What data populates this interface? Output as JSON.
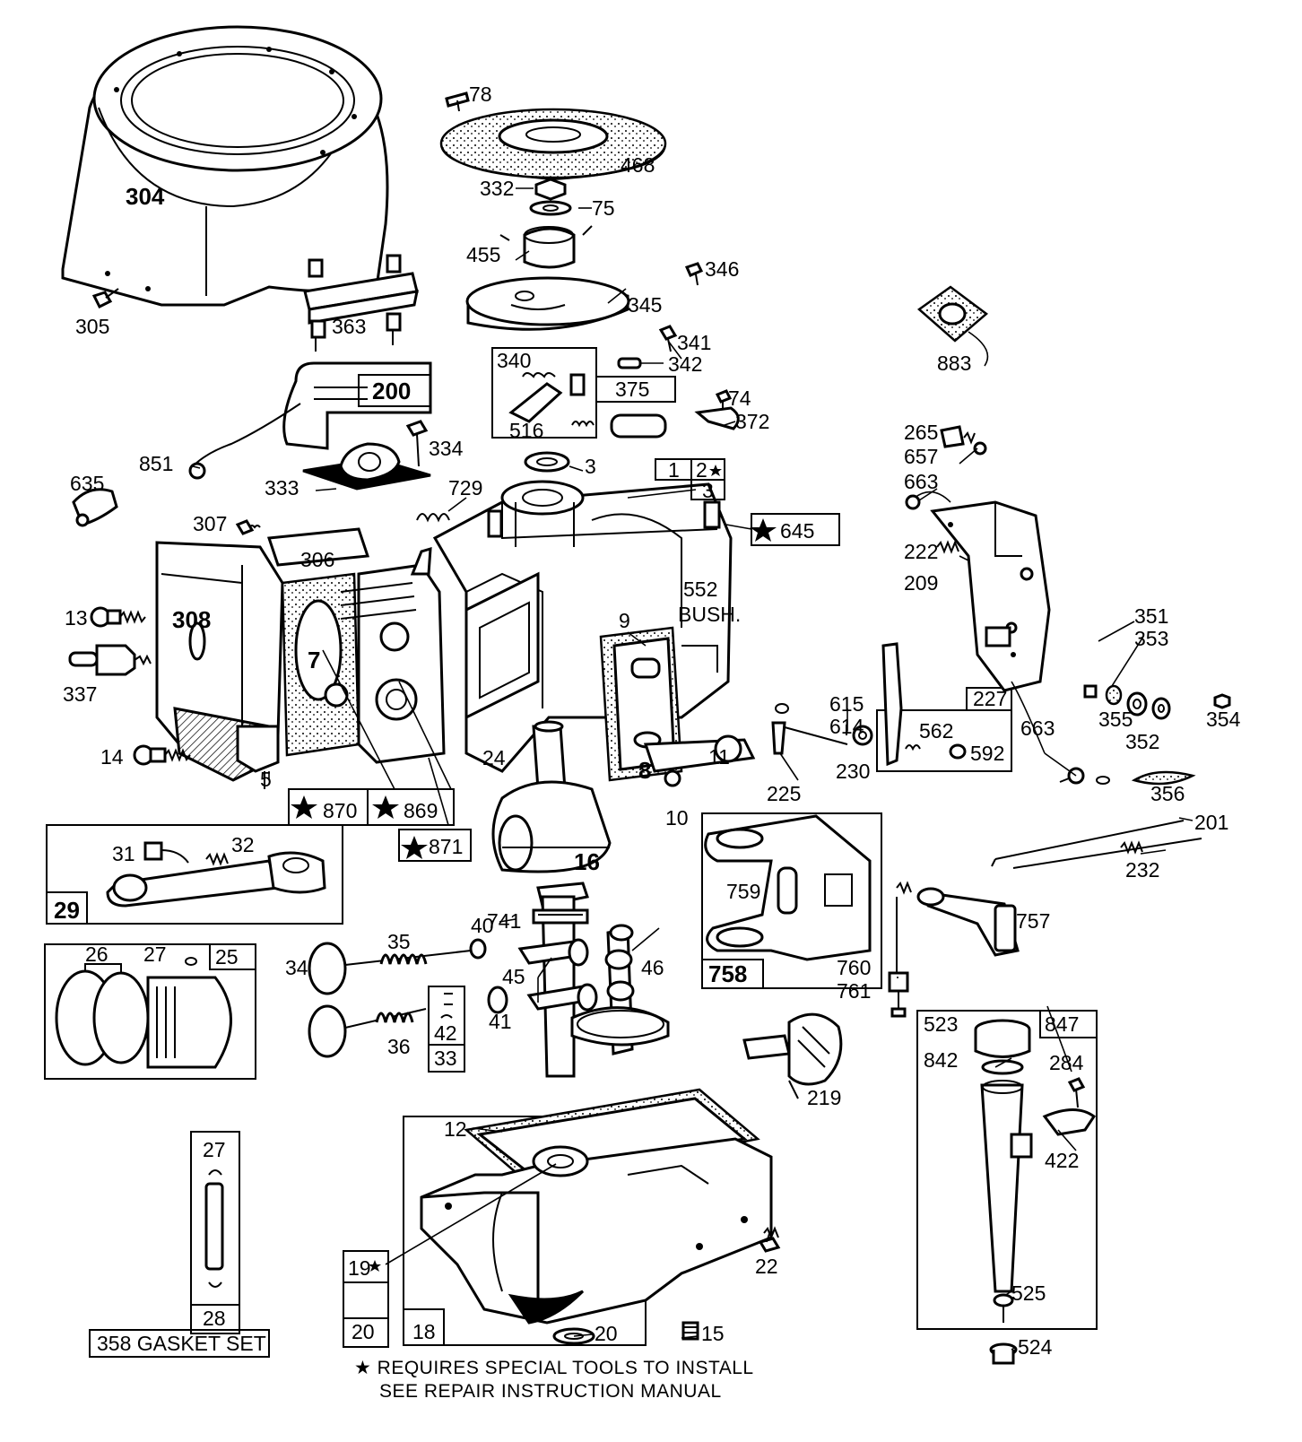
{
  "diagram": {
    "footnote_line1": "★ REQUIRES SPECIAL TOOLS TO INSTALL",
    "footnote_line2": "SEE REPAIR INSTRUCTION MANUAL",
    "gasket_set_label": "358 GASKET SET",
    "bush_label_num": "552",
    "bush_label_text": "BUSH.",
    "parts": {
      "p304": "304",
      "p305": "305",
      "p363": "363",
      "p78": "78",
      "p468": "468",
      "p332": "332",
      "p75": "75",
      "p455": "455",
      "p346": "346",
      "p345": "345",
      "p883": "883",
      "p340": "340",
      "p341": "341",
      "p342": "342",
      "p375": "375",
      "p74": "74",
      "p372": "372",
      "p516": "516",
      "p200": "200",
      "p851": "851",
      "p334": "334",
      "p333": "333",
      "p635": "635",
      "p307": "307",
      "p306": "306",
      "p729": "729",
      "p3a": "3",
      "p1": "1",
      "p2": "2",
      "p3b": "3",
      "p645": "645",
      "p265": "265",
      "p657": "657",
      "p663a": "663",
      "p222": "222",
      "p209": "209",
      "p13": "13",
      "p308": "308",
      "p337": "337",
      "p7": "7",
      "p9": "9",
      "p351": "351",
      "p353": "353",
      "p615": "615",
      "p614": "614",
      "p227": "227",
      "p562": "562",
      "p663b": "663",
      "p355": "355",
      "p352": "352",
      "p354": "354",
      "p14": "14",
      "p5": "5",
      "p870": "870",
      "p869": "869",
      "p24": "24",
      "p8": "8",
      "p11": "11",
      "p230": "230",
      "p592": "592",
      "p225": "225",
      "p356": "356",
      "p10": "10",
      "p871": "871",
      "p201": "201",
      "p31": "31",
      "p32": "32",
      "p16": "16",
      "p232": "232",
      "p29": "29",
      "p741": "741",
      "p759": "759",
      "p757": "757",
      "p26": "26",
      "p27a": "27",
      "p25": "25",
      "p35": "35",
      "p40": "40",
      "p34": "34",
      "p45": "45",
      "p46": "46",
      "p758": "758",
      "p760": "760",
      "p761": "761",
      "p41": "41",
      "p36": "36",
      "p42": "42",
      "p33": "33",
      "p523": "523",
      "p847": "847",
      "p842": "842",
      "p284": "284",
      "p219": "219",
      "p12": "12",
      "p422": "422",
      "p27b": "27",
      "p19": "19",
      "p22": "22",
      "p28": "28",
      "p20a": "20",
      "p18": "18",
      "p20b": "20",
      "p15": "15",
      "p525": "525",
      "p524": "524"
    }
  }
}
